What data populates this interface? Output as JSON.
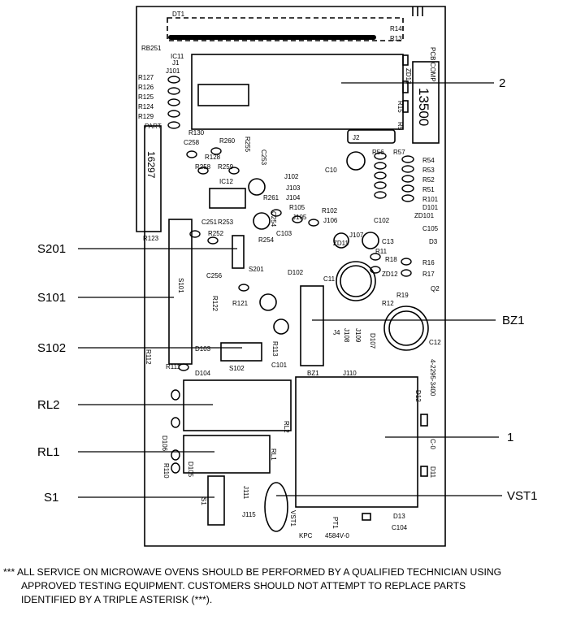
{
  "callouts": {
    "c2": "2",
    "s201": "S201",
    "s101": "S101",
    "bz1": "BZ1",
    "s102": "S102",
    "rl2": "RL2",
    "c1": "1",
    "rl1": "RL1",
    "s1": "S1",
    "vst1": "VST1"
  },
  "board": {
    "dt1": "DT1",
    "r14": "R14",
    "r13": "R13",
    "rb251": "RB251",
    "ic11": "IC11",
    "j1": "J1",
    "j101": "J101",
    "pcb_comp": "PCB COMP",
    "zd13": "ZD13",
    "part_13500": "13500",
    "r15": "R15",
    "r5": "R5",
    "r127": "R127",
    "r126": "R126",
    "r125": "R125",
    "r124": "R124",
    "r129": "R129",
    "part": "PART",
    "r130": "R130",
    "part_16297": "16297",
    "j2": "J2",
    "c258": "C258",
    "r260": "R260",
    "r128": "R128",
    "r258": "R258",
    "r259": "R259",
    "ic12": "IC12",
    "r255": "R255",
    "c253": "C253",
    "j102": "J102",
    "j103": "J103",
    "j104": "J104",
    "r261": "R261",
    "c254": "C254",
    "c10": "C10",
    "r56": "R56",
    "r57": "R57",
    "r54": "R54",
    "r53": "R53",
    "r52": "R52",
    "r51": "R51",
    "r101": "R101",
    "d101": "D101",
    "zd101": "ZD101",
    "r105": "R105",
    "j105": "J105",
    "j106": "J106",
    "r102": "R102",
    "c102": "C102",
    "c105": "C105",
    "r123": "R123",
    "c251": "C251",
    "r253": "R253",
    "r252": "R252",
    "r254": "R254",
    "c103": "C103",
    "zd11": "ZD11",
    "j107": "J107",
    "c13": "C13",
    "d3": "D3",
    "c256": "C256",
    "s201": "S201",
    "d102": "D102",
    "r11": "R11",
    "r18": "R18",
    "r16": "R16",
    "s101": "S101",
    "r17": "R17",
    "c11": "C11",
    "zd12": "ZD12",
    "r122": "R122",
    "r121": "R121",
    "r19": "R19",
    "q2": "Q2",
    "r12": "R12",
    "c12": "C12",
    "j4": "J4",
    "j108": "J108",
    "j109": "J109",
    "d107": "D107",
    "r112": "R112",
    "r113": "R113",
    "d103": "D103",
    "r111": "R111",
    "d104": "D104",
    "s102": "S102",
    "c101": "C101",
    "bz1": "BZ1",
    "j110": "J110",
    "board_no": "4-2295-3400",
    "d12": "D12",
    "rl2": "RL2",
    "c0": "C-0",
    "d106": "D106",
    "r110": "R110",
    "d105": "D105",
    "rl1": "RL1",
    "d11": "D11",
    "s1": "S1",
    "j111": "J111",
    "j115": "J115",
    "vst1": "VST1",
    "pt1": "PT1",
    "d13": "D13",
    "c104": "C104",
    "kpc": "KPC",
    "model": "4584V-0"
  },
  "note": {
    "line1": "*** ALL SERVICE ON MICROWAVE OVENS SHOULD BE PERFORMED BY A  QUALIFIED TECHNICIAN USING",
    "line2": "APPROVED TESTING EQUIPMENT.  CUSTOMERS SHOULD NOT ATTEMPT TO REPLACE PARTS",
    "line3": "IDENTIFIED BY A TRIPLE ASTERISK (***)."
  }
}
